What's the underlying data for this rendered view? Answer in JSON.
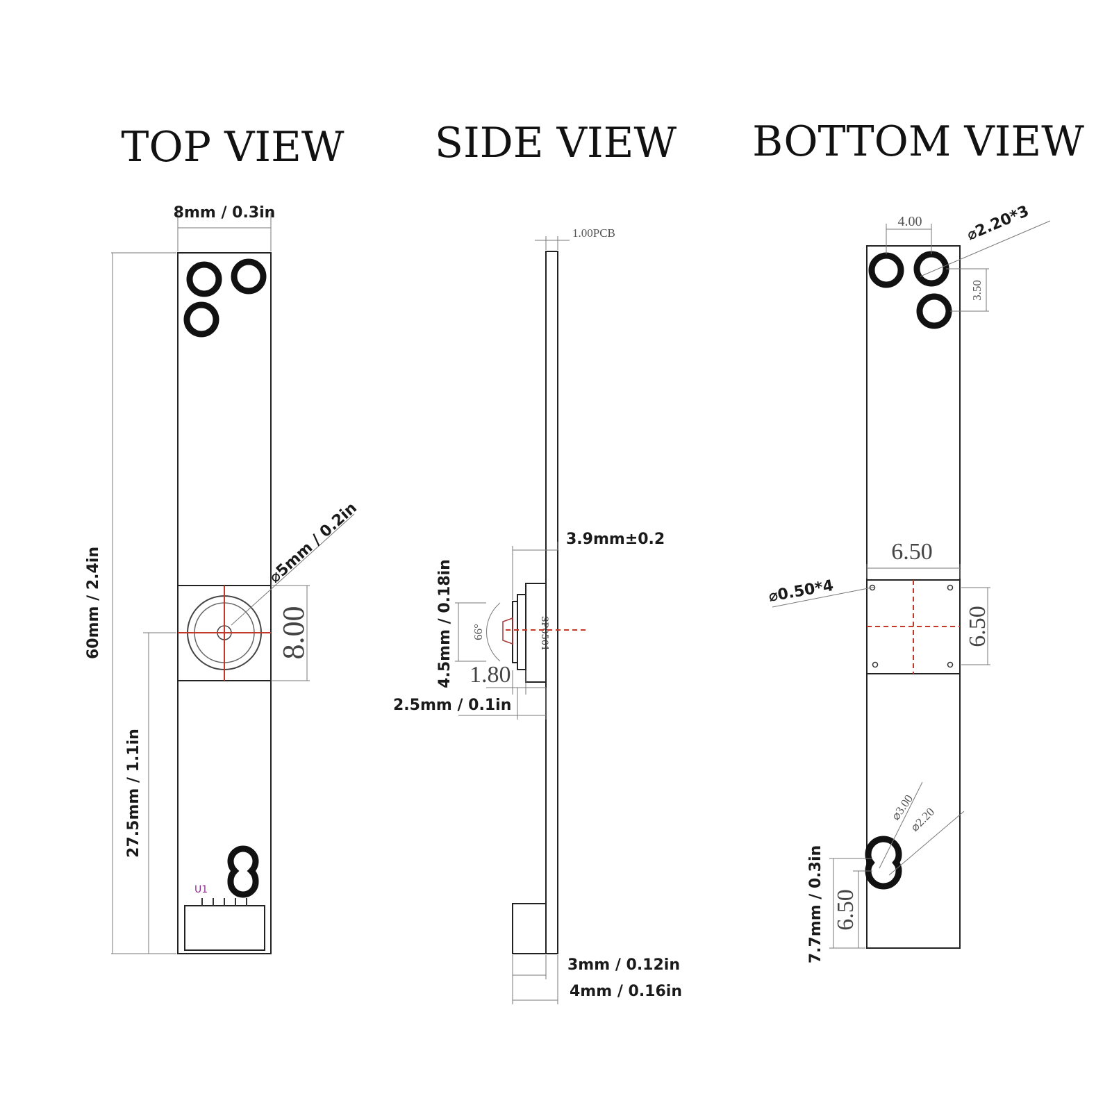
{
  "titles": {
    "top": "TOP VIEW",
    "side": "SIDE VIEW",
    "bottom": "BOTTOM VIEW"
  },
  "top_view": {
    "width_label": "8mm / 0.3in",
    "length_label": "60mm / 2.4in",
    "center_offset_label": "27.5mm / 1.1in",
    "lens_diameter_label": "⌀5mm / 0.2in",
    "module_size_label": "8.00",
    "connector_label": "U1"
  },
  "side_view": {
    "pcb_label": "1.00PCB",
    "height_label": "3.9mm±0.2",
    "lens_height_label": "4.5mm / 0.18in",
    "angle_label": "66°",
    "lens_depth_label": "1.80",
    "base_label": "2.5mm / 0.1in",
    "connector_thickness_label": "3mm / 0.12in",
    "total_thickness_label": "4mm / 0.16in",
    "chip_label": "SP0501"
  },
  "bottom_view": {
    "hole_spacing_label": "4.00",
    "hole_diameter_label": "⌀2.20*3",
    "hole_vertical_label": "3.50",
    "pad_width_label": "6.50",
    "pad_height_label": "6.50",
    "pad_hole_label": "⌀0.50*4",
    "slot_outer_label": "⌀3.00",
    "slot_inner_label": "⌀2.20",
    "slot_offset_label": "6.50",
    "slot_edge_label": "7.7mm / 0.3in"
  }
}
